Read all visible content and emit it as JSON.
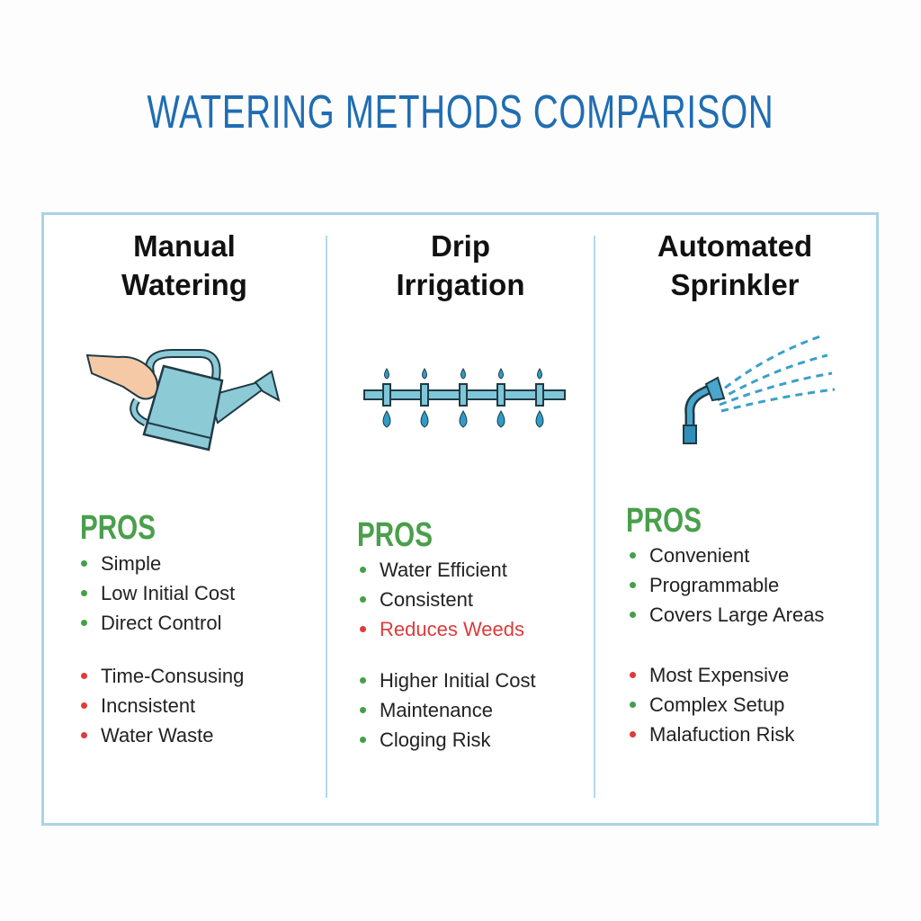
{
  "title": "WATERING METHODS COMPARISON",
  "colors": {
    "title": "#1f6db3",
    "pros": "#4a9f4c",
    "positive": "#43a047",
    "negative": "#e03a3a",
    "frame": "#a9d3e6"
  },
  "columns": [
    {
      "title_line1": "Manual",
      "title_line2": "Watering",
      "icon": "watering-can-icon",
      "pros_label": "PROS",
      "pros": [
        {
          "text": "Simple",
          "tone": "positive"
        },
        {
          "text": "Low Initial Cost",
          "tone": "positive"
        },
        {
          "text": "Direct Control",
          "tone": "positive"
        }
      ],
      "cons": [
        {
          "text": "Time-Consusing",
          "tone": "negative"
        },
        {
          "text": "Incnsistent",
          "tone": "negative"
        },
        {
          "text": "Water Waste",
          "tone": "negative"
        }
      ]
    },
    {
      "title_line1": "Drip",
      "title_line2": "Irrigation",
      "icon": "drip-line-icon",
      "pros_label": "PROS",
      "pros": [
        {
          "text": "Water Efficient",
          "tone": "positive"
        },
        {
          "text": "Consistent",
          "tone": "positive"
        },
        {
          "text": "Reduces Weeds",
          "tone": "negative"
        }
      ],
      "cons": [
        {
          "text": "Higher Initial Cost",
          "tone": "positive"
        },
        {
          "text": "Maintenance",
          "tone": "positive"
        },
        {
          "text": "Cloging Risk",
          "tone": "positive"
        }
      ]
    },
    {
      "title_line1": "Automated",
      "title_line2": "Sprinkler",
      "icon": "sprinkler-icon",
      "pros_label": "PROS",
      "pros": [
        {
          "text": "Convenient",
          "tone": "positive"
        },
        {
          "text": "Programmable",
          "tone": "positive"
        },
        {
          "text": "Covers Large Areas",
          "tone": "positive"
        }
      ],
      "cons": [
        {
          "text": "Most Expensive",
          "tone": "negative"
        },
        {
          "text": "Complex Setup",
          "tone": "positive"
        },
        {
          "text": "Malafuction Risk",
          "tone": "negative"
        }
      ]
    }
  ]
}
